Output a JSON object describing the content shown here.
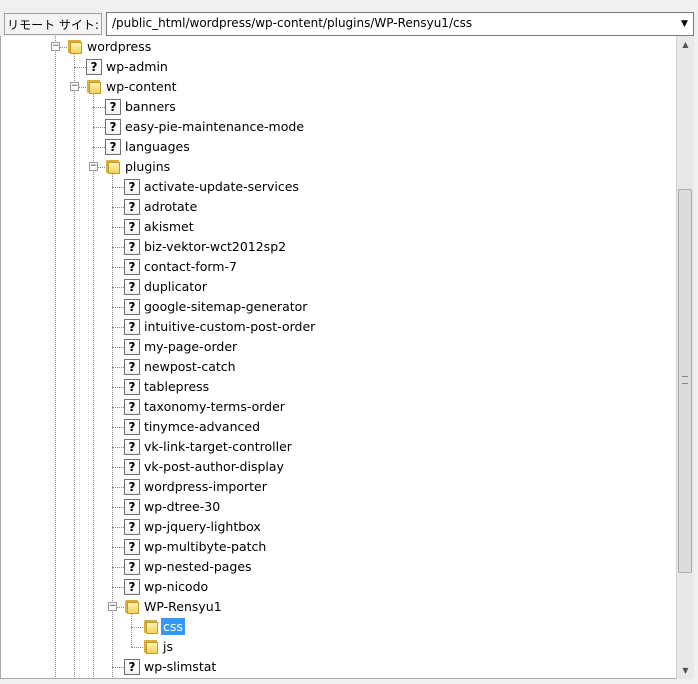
{
  "path_bar": {
    "label": "リモート サイト:",
    "value": "/public_html/wordpress/wp-content/plugins/WP-Rensyu1/css"
  },
  "tree": {
    "nodes": [
      {
        "label": "wordpress",
        "level": 0,
        "icon": "folder-icon",
        "expanded": true
      },
      {
        "label": "wp-admin",
        "level": 1,
        "icon": "unknown-icon"
      },
      {
        "label": "wp-content",
        "level": 1,
        "icon": "folder-icon",
        "expanded": true
      },
      {
        "label": "banners",
        "level": 2,
        "icon": "unknown-icon"
      },
      {
        "label": "easy-pie-maintenance-mode",
        "level": 2,
        "icon": "unknown-icon"
      },
      {
        "label": "languages",
        "level": 2,
        "icon": "unknown-icon"
      },
      {
        "label": "plugins",
        "level": 2,
        "icon": "folder-icon",
        "expanded": true
      },
      {
        "label": "activate-update-services",
        "level": 3,
        "icon": "unknown-icon"
      },
      {
        "label": "adrotate",
        "level": 3,
        "icon": "unknown-icon"
      },
      {
        "label": "akismet",
        "level": 3,
        "icon": "unknown-icon"
      },
      {
        "label": "biz-vektor-wct2012sp2",
        "level": 3,
        "icon": "unknown-icon"
      },
      {
        "label": "contact-form-7",
        "level": 3,
        "icon": "unknown-icon"
      },
      {
        "label": "duplicator",
        "level": 3,
        "icon": "unknown-icon"
      },
      {
        "label": "google-sitemap-generator",
        "level": 3,
        "icon": "unknown-icon"
      },
      {
        "label": "intuitive-custom-post-order",
        "level": 3,
        "icon": "unknown-icon"
      },
      {
        "label": "my-page-order",
        "level": 3,
        "icon": "unknown-icon"
      },
      {
        "label": "newpost-catch",
        "level": 3,
        "icon": "unknown-icon"
      },
      {
        "label": "tablepress",
        "level": 3,
        "icon": "unknown-icon"
      },
      {
        "label": "taxonomy-terms-order",
        "level": 3,
        "icon": "unknown-icon"
      },
      {
        "label": "tinymce-advanced",
        "level": 3,
        "icon": "unknown-icon"
      },
      {
        "label": "vk-link-target-controller",
        "level": 3,
        "icon": "unknown-icon"
      },
      {
        "label": "vk-post-author-display",
        "level": 3,
        "icon": "unknown-icon"
      },
      {
        "label": "wordpress-importer",
        "level": 3,
        "icon": "unknown-icon"
      },
      {
        "label": "wp-dtree-30",
        "level": 3,
        "icon": "unknown-icon"
      },
      {
        "label": "wp-jquery-lightbox",
        "level": 3,
        "icon": "unknown-icon"
      },
      {
        "label": "wp-multibyte-patch",
        "level": 3,
        "icon": "unknown-icon"
      },
      {
        "label": "wp-nested-pages",
        "level": 3,
        "icon": "unknown-icon"
      },
      {
        "label": "wp-nicodo",
        "level": 3,
        "icon": "unknown-icon"
      },
      {
        "label": "WP-Rensyu1",
        "level": 3,
        "icon": "folder-icon",
        "expanded": true
      },
      {
        "label": "css",
        "level": 4,
        "icon": "folder-icon",
        "selected": true
      },
      {
        "label": "js",
        "level": 4,
        "icon": "folder-icon"
      },
      {
        "label": "wp-slimstat",
        "level": 3,
        "icon": "unknown-icon"
      }
    ]
  },
  "colors": {
    "selection": "#3399ff",
    "folder": "#f2d160"
  }
}
